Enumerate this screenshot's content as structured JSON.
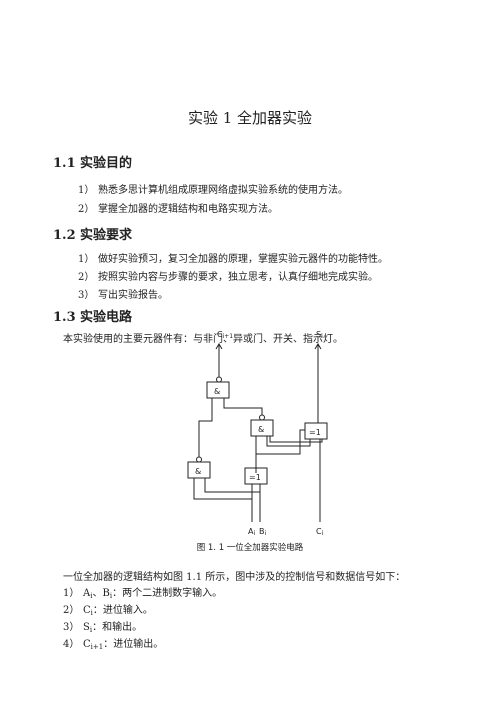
{
  "title": "实验 1    全加器实验",
  "sections": [
    {
      "num": "1.1",
      "title": "实验目的",
      "items": [
        {
          "n": "1）",
          "text": "熟悉多思计算机组成原理网络虚拟实验系统的使用方法。"
        },
        {
          "n": "2）",
          "text": "掌握全加器的逻辑结构和电路实现方法。"
        }
      ]
    },
    {
      "num": "1.2",
      "title": "实验要求",
      "items": [
        {
          "n": "1）",
          "text": "做好实验预习，复习全加器的原理，掌握实验元器件的功能特性。"
        },
        {
          "n": "2）",
          "text": "按照实验内容与步骤的要求，独立思考，认真仔细地完成实验。"
        },
        {
          "n": "3）",
          "text": "写出实验报告。"
        }
      ]
    },
    {
      "num": "1.3",
      "title": "实验电路",
      "intro": "本实验使用的主要元器件有：与非门、异或门、开关、指示灯。"
    }
  ],
  "figure": {
    "caption": "图 1. 1   一位全加器实验电路",
    "gates": {
      "and1": "&",
      "and2": "&",
      "and3": "&",
      "xor1": "=1",
      "xor2": "=1"
    },
    "labels": {
      "cout": "C",
      "cout_sub": "i+1",
      "sum": "S",
      "sum_sub": "i",
      "a": "A",
      "a_sub": "i",
      "b": "B",
      "b_sub": "i",
      "cin": "C",
      "cin_sub": "i"
    }
  },
  "description": {
    "intro": "一位全加器的逻辑结构如图 1.1 所示，图中涉及的控制信号和数据信号如下：",
    "items": [
      {
        "n": "1）",
        "sym": "A",
        "sub": "i",
        "sep": "、",
        "sym2": "B",
        "sub2": "i",
        "text": "：两个二进制数字输入。"
      },
      {
        "n": "2）",
        "sym": "C",
        "sub": "i",
        "text": "：进位输入。"
      },
      {
        "n": "3）",
        "sym": "S",
        "sub": "i",
        "text": "：和输出。"
      },
      {
        "n": "4）",
        "sym": "C",
        "sub": "i+1",
        "text": "：进位输出。"
      }
    ]
  }
}
